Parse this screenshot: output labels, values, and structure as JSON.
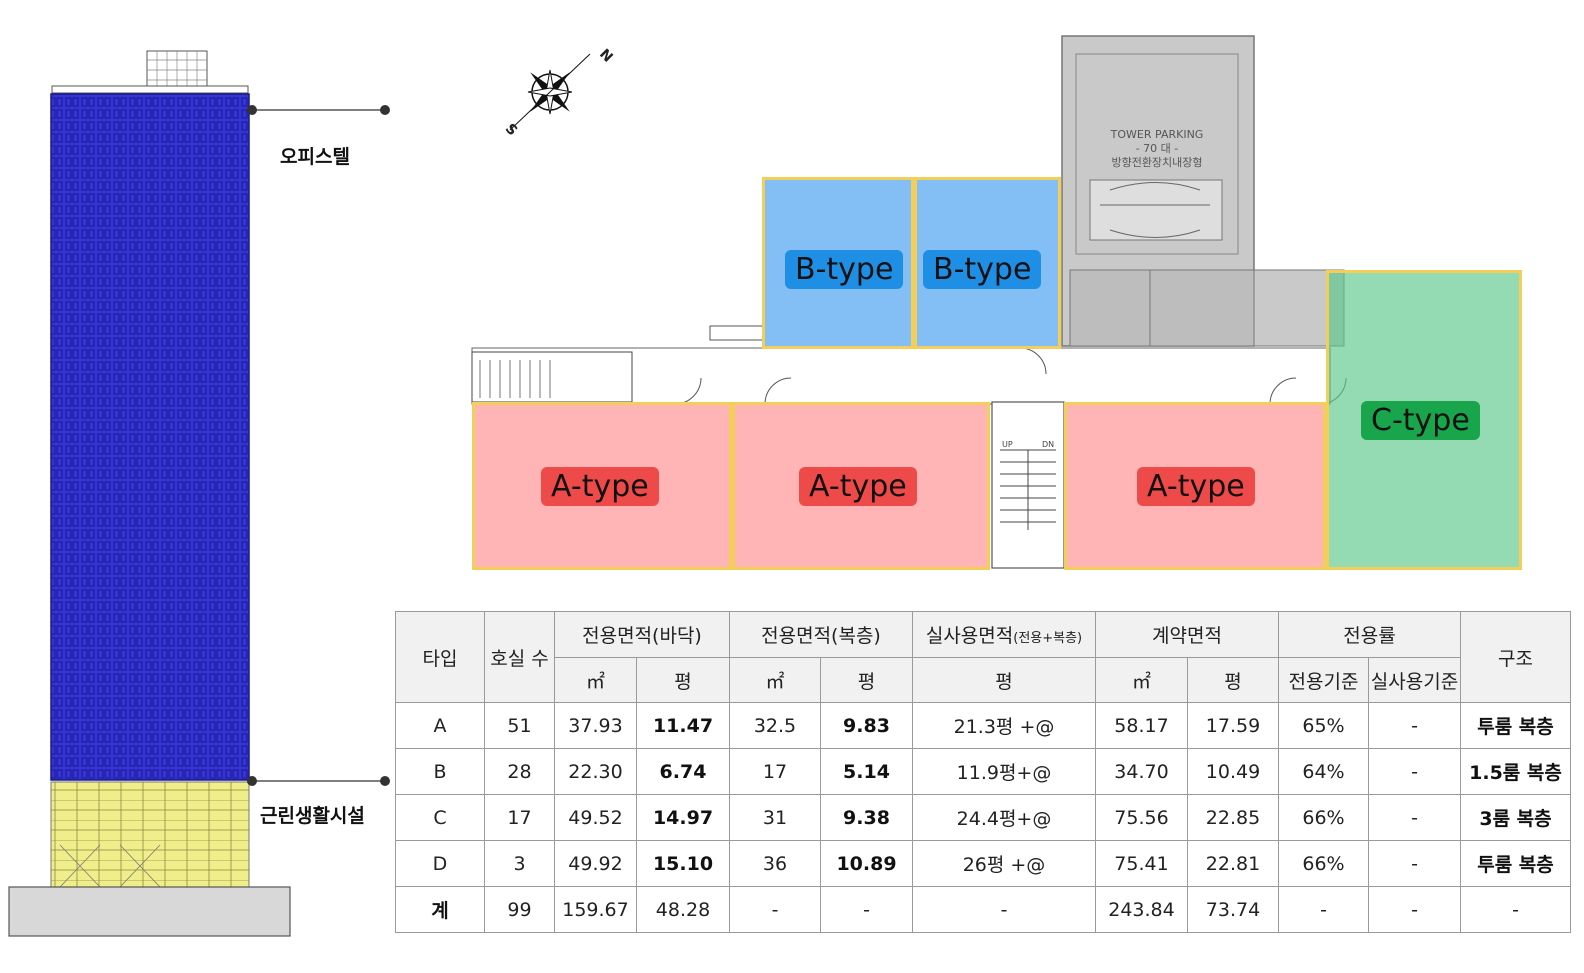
{
  "tower": {
    "upper_label": "오피스텔",
    "lower_label": "근린생활시설",
    "colors": {
      "office": "#3434d6",
      "retail": "#f0ee8a",
      "base": "#d8d8d8"
    }
  },
  "plan": {
    "units": [
      {
        "id": "a1",
        "label": "A-type"
      },
      {
        "id": "a2",
        "label": "A-type"
      },
      {
        "id": "a3",
        "label": "A-type"
      },
      {
        "id": "b1",
        "label": "B-type"
      },
      {
        "id": "b2",
        "label": "B-type"
      },
      {
        "id": "c1",
        "label": "C-type"
      }
    ],
    "parking_lines": [
      "TOWER PARKING",
      "- 70 대 -",
      "방향전환장치내장형"
    ],
    "stair_up": "UP",
    "stair_dn": "DN",
    "compass": {
      "n": "N",
      "s": "S"
    }
  },
  "table": {
    "headers": {
      "type": "타입",
      "rooms": "호실 수",
      "floor_area": "전용면적(바닥)",
      "loft_area": "전용면적(복층)",
      "actual_area_main": "실사용면적",
      "actual_area_sub": "(전용+복층)",
      "contract_area": "계약면적",
      "ratio": "전용률",
      "structure": "구조",
      "sqm": "㎡",
      "pyeong": "평",
      "ratio_std": "전용기준",
      "ratio_actual": "실사용기준"
    },
    "rows": [
      {
        "type": "A",
        "rooms": "51",
        "floor_m2": "37.93",
        "floor_py": "11.47",
        "loft_m2": "32.5",
        "loft_py": "9.83",
        "actual_py": "21.3평 +@",
        "contract_m2": "58.17",
        "contract_py": "17.59",
        "ratio_std": "65%",
        "ratio_actual": "-",
        "structure": "투룸 복층"
      },
      {
        "type": "B",
        "rooms": "28",
        "floor_m2": "22.30",
        "floor_py": "6.74",
        "loft_m2": "17",
        "loft_py": "5.14",
        "actual_py": "11.9평+@",
        "contract_m2": "34.70",
        "contract_py": "10.49",
        "ratio_std": "64%",
        "ratio_actual": "-",
        "structure": "1.5룸 복층"
      },
      {
        "type": "C",
        "rooms": "17",
        "floor_m2": "49.52",
        "floor_py": "14.97",
        "loft_m2": "31",
        "loft_py": "9.38",
        "actual_py": "24.4평+@",
        "contract_m2": "75.56",
        "contract_py": "22.85",
        "ratio_std": "66%",
        "ratio_actual": "-",
        "structure": "3룸 복층"
      },
      {
        "type": "D",
        "rooms": "3",
        "floor_m2": "49.92",
        "floor_py": "15.10",
        "loft_m2": "36",
        "loft_py": "10.89",
        "actual_py": "26평 +@",
        "contract_m2": "75.41",
        "contract_py": "22.81",
        "ratio_std": "66%",
        "ratio_actual": "-",
        "structure": "투룸 복층"
      },
      {
        "type": "계",
        "rooms": "99",
        "floor_m2": "159.67",
        "floor_py": "48.28",
        "loft_m2": "-",
        "loft_py": "-",
        "actual_py": "-",
        "contract_m2": "243.84",
        "contract_py": "73.74",
        "ratio_std": "-",
        "ratio_actual": "-",
        "structure": "-"
      }
    ]
  }
}
